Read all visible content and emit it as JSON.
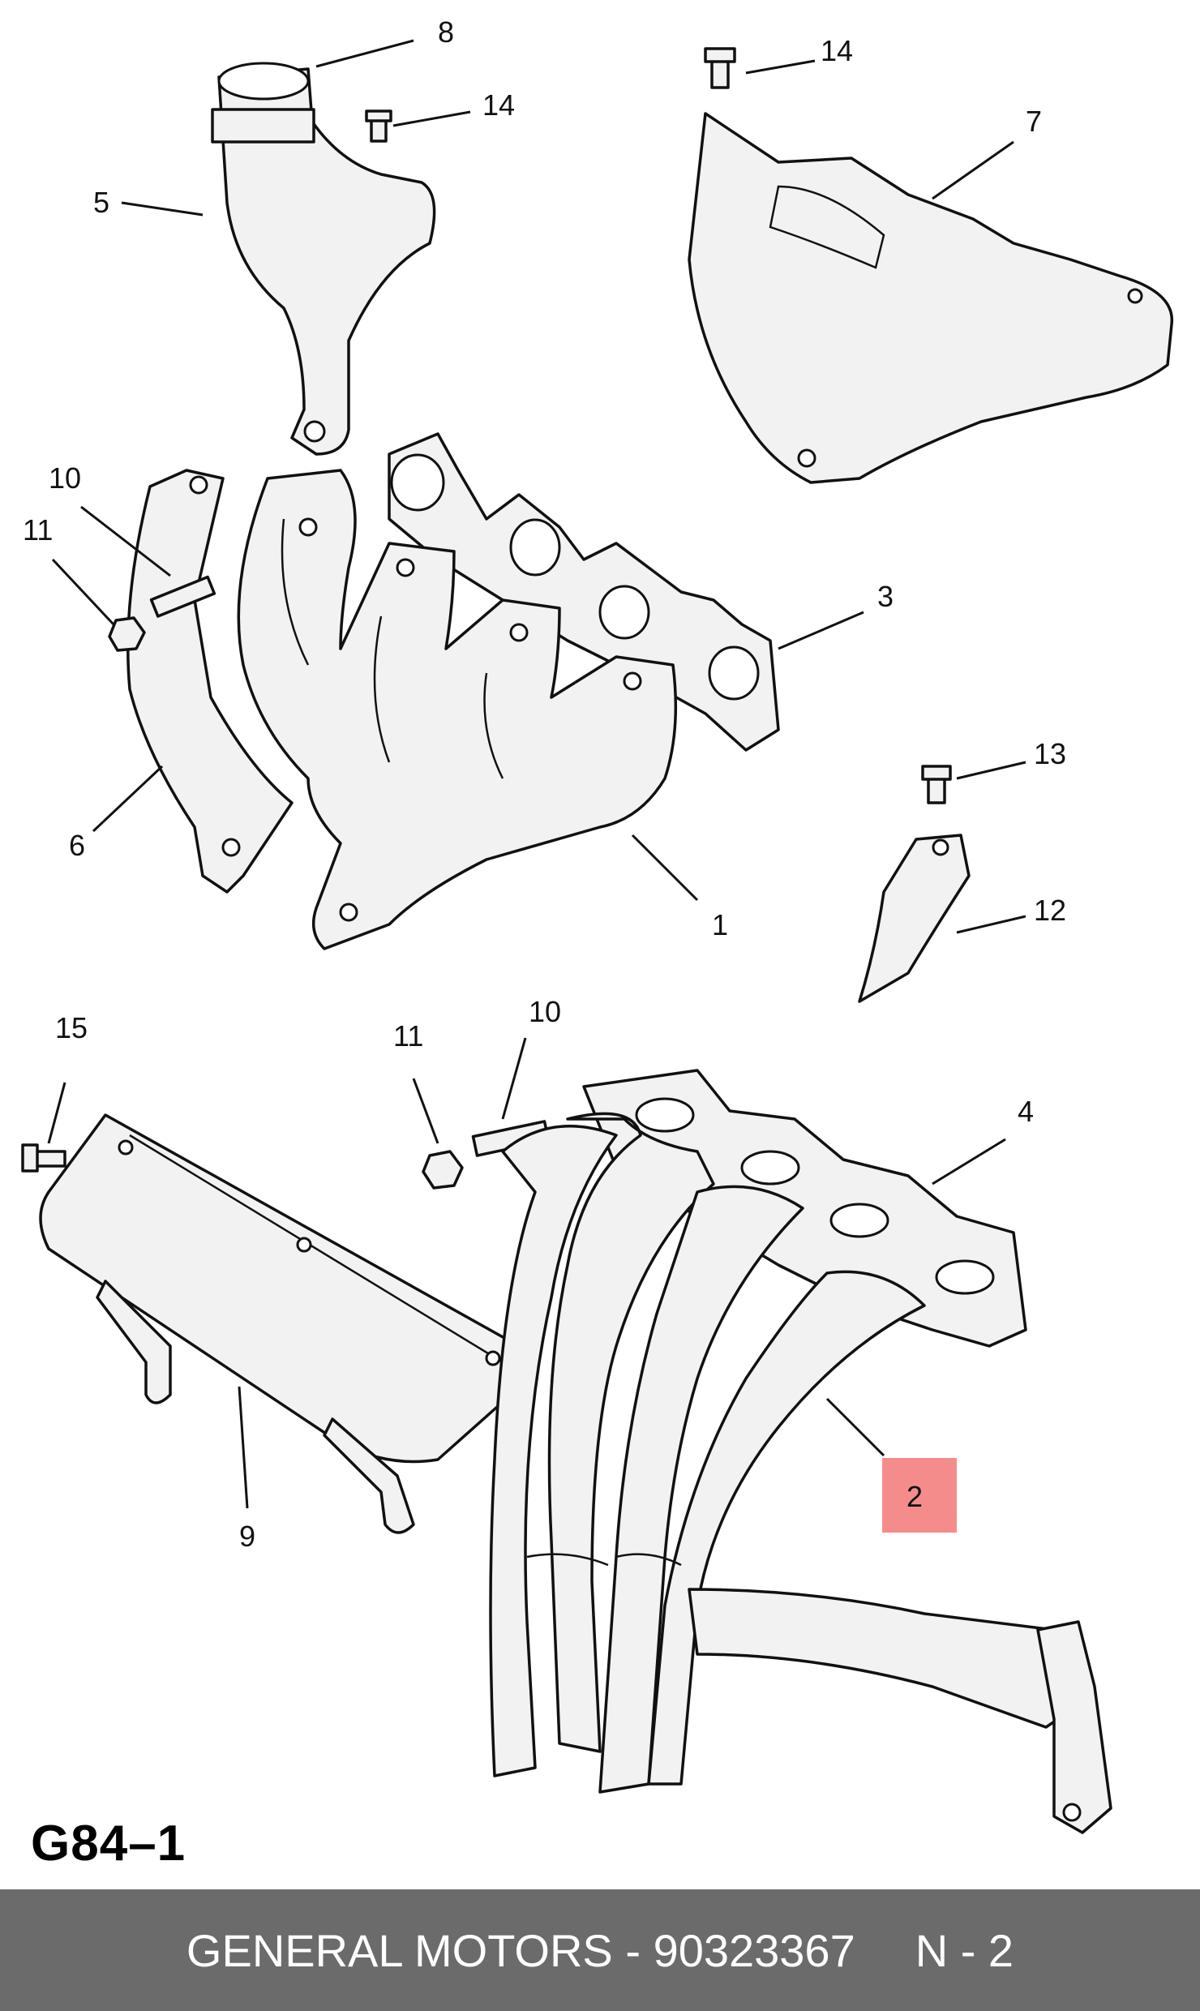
{
  "diagram": {
    "code": "G84–1",
    "highlight_color": "#f58c8c",
    "callouts": [
      {
        "id": "c8",
        "label": "8"
      },
      {
        "id": "c14a",
        "label": "14"
      },
      {
        "id": "c5",
        "label": "5"
      },
      {
        "id": "c14b",
        "label": "14"
      },
      {
        "id": "c7",
        "label": "7"
      },
      {
        "id": "c10a",
        "label": "10"
      },
      {
        "id": "c11a",
        "label": "11"
      },
      {
        "id": "c3",
        "label": "3"
      },
      {
        "id": "c13",
        "label": "13"
      },
      {
        "id": "c6",
        "label": "6"
      },
      {
        "id": "c12",
        "label": "12"
      },
      {
        "id": "c1",
        "label": "1"
      },
      {
        "id": "c15",
        "label": "15"
      },
      {
        "id": "c11b",
        "label": "11"
      },
      {
        "id": "c10b",
        "label": "10"
      },
      {
        "id": "c4",
        "label": "4"
      },
      {
        "id": "c2",
        "label": "2",
        "highlighted": true
      },
      {
        "id": "c9",
        "label": "9"
      }
    ]
  },
  "footer": {
    "brand": "GENERAL MOTORS",
    "separator": "-",
    "part_number": "90323367",
    "position_label": "N - 2"
  }
}
